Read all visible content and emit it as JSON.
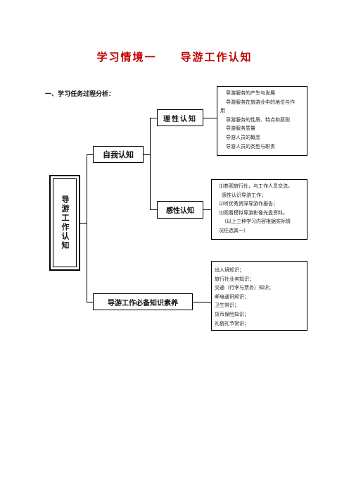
{
  "title": {
    "part1": "学习情境一",
    "part2": "导游工作认知"
  },
  "section_heading": "一、学习任务过程分析：",
  "root": {
    "label": "导游工作认知"
  },
  "nodes": {
    "ziwo": "自我认知",
    "lixing": "理性认知",
    "ganxing": "感性认知",
    "bibei": "导游工作必备知识素养"
  },
  "lixing_items": [
    "导游服务的产生与发展",
    "导游服务在旅游业中的地位与作",
    "用",
    "导游服务的性质、特点和原则",
    "导游服务质量",
    "导游人员的概念",
    "导游人员的类型与职责"
  ],
  "ganxing_items": [
    "⑴参观旅行社，与工作人员交流，",
    "感性认识导游工作；",
    "⑵听优秀资深导游作报告；",
    "⑶观看模拟导游影像光盘资料。",
    "（以上三种学习内容根据实际情",
    "况任选其一）"
  ],
  "bibei_items": [
    "出入境知识；",
    "旅行社业务知识；",
    "交通（行李与票务）知识；",
    "邮电通讯知识；",
    "卫生常识；",
    "货币保险知识；",
    "礼貌礼节常识；"
  ]
}
